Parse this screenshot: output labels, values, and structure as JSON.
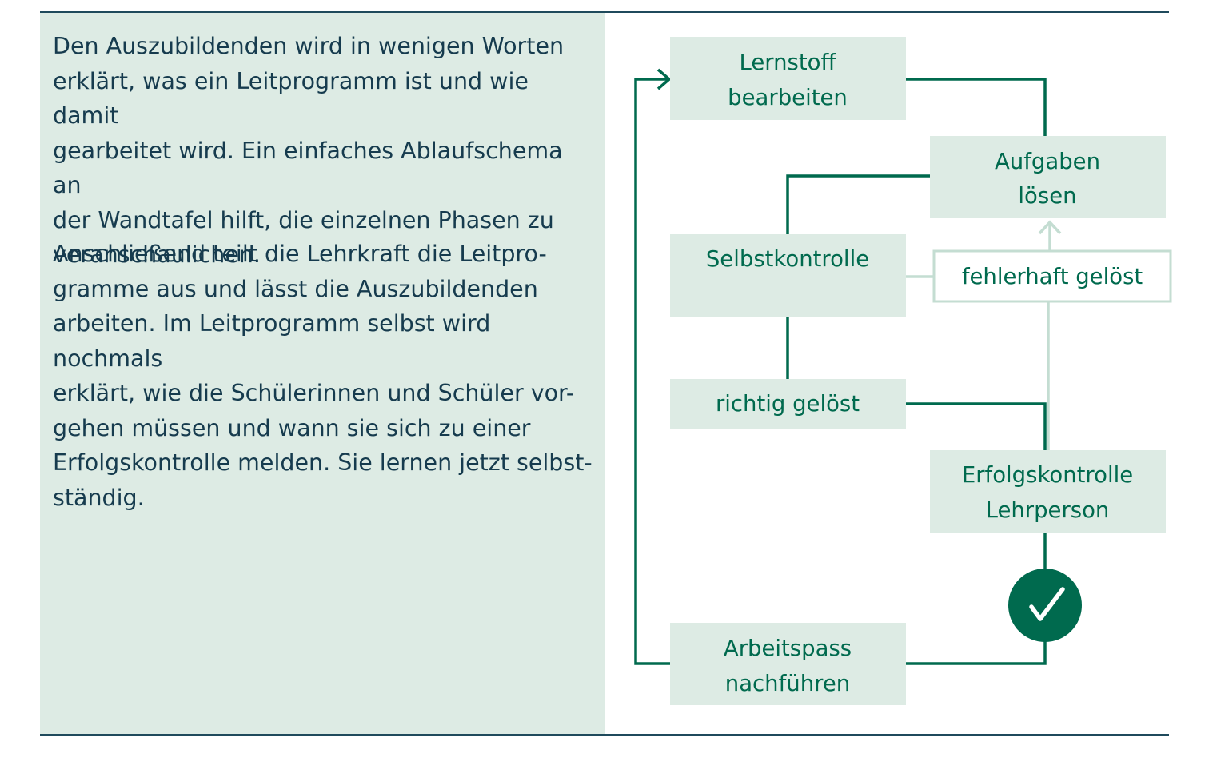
{
  "text": {
    "paragraph1": "Den Auszubildenden wird in wenigen Worten\nerklärt, was ein Leitprogramm ist und wie damit\ngearbeitet wird. Ein einfaches Ablaufschema an\nder Wandtafel hilft, die einzelnen Phasen zu\nveranschaulichen.",
    "paragraph2": "Anschließend teilt die Lehrkraft die Leitpro-\ngramme aus und lässt die Auszubildenden\narbeiten. Im Leitprogramm selbst wird nochmals\nerklärt, wie die Schülerinnen und Schüler vor-\ngehen müssen und wann sie sich zu einer\nErfolgskontrolle melden. Sie lernen jetzt selbst-\nständig."
  },
  "diagram": {
    "nodes": {
      "lernstoff": [
        "Lernstoff",
        "bearbeiten"
      ],
      "aufgaben": [
        "Aufgaben",
        "lösen"
      ],
      "selbstkontrolle": [
        "Selbstkontrolle"
      ],
      "fehlerhaft": [
        "fehlerhaft gelöst"
      ],
      "richtig": [
        "richtig gelöst"
      ],
      "erfolgskontrolle": [
        "Erfolgskontrolle",
        "Lehrperson"
      ],
      "arbeitspass": [
        "Arbeitspass",
        "nachführen"
      ]
    },
    "icons": {
      "approved": "check-icon",
      "arrow": "arrow-head-icon"
    },
    "colors": {
      "accent": "#006a4e",
      "box_fill": "#ddebe4",
      "light_line": "#c4ddd2",
      "text": "#163b4e"
    }
  }
}
